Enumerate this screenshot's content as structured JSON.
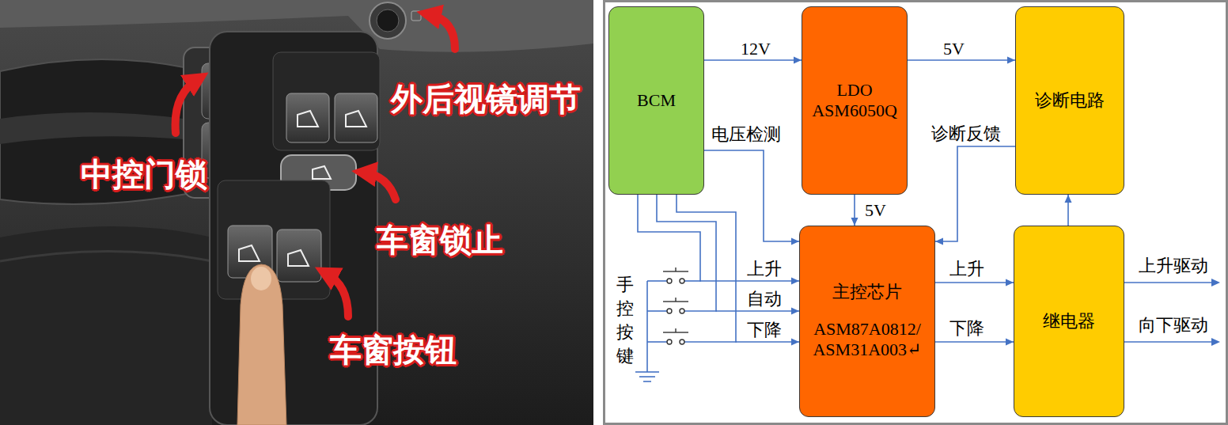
{
  "diagram": {
    "nodes": [
      {
        "text": [
          "BCM"
        ]
      },
      {
        "text": [
          "LDO ASM6050Q"
        ]
      },
      {
        "text": [
          "诊断电路"
        ]
      },
      {
        "text": [
          "主控芯片",
          "ASM87A0812/ ASM31A003↵"
        ]
      },
      {
        "text": [
          "继电器"
        ]
      }
    ],
    "edges": [
      {
        "from": 0,
        "to": 1,
        "label": "12V",
        "arrow": "to"
      },
      {
        "from": 1,
        "to": 2,
        "label": "5V",
        "arrow": "to"
      },
      {
        "from": 1,
        "to": 3,
        "label": "5V",
        "arrow": "to"
      },
      {
        "from": 0,
        "to": 3,
        "label": "电压检测",
        "arrow": "to"
      },
      {
        "from": 2,
        "to": 3,
        "label": "诊断反馈",
        "arrow": "to"
      },
      {
        "from": 3,
        "to": 4,
        "label": "上升",
        "arrow": "to"
      },
      {
        "from": 3,
        "to": 4,
        "label": "下降",
        "arrow": "to"
      },
      {
        "from": 4,
        "to": 2,
        "arrow": "to"
      },
      {
        "from": 0,
        "to": 3,
        "label": "上升",
        "arrow": "to"
      },
      {
        "from": 0,
        "to": 3,
        "label": "自动",
        "arrow": "to"
      },
      {
        "from": 0,
        "to": 3,
        "label": "下降",
        "arrow": "to"
      }
    ],
    "labels": [
      "外后视镜调节",
      "中控门锁",
      "车窗锁止",
      "车窗按钮",
      "手控按键",
      "上升驱动",
      "向下驱动"
    ]
  }
}
